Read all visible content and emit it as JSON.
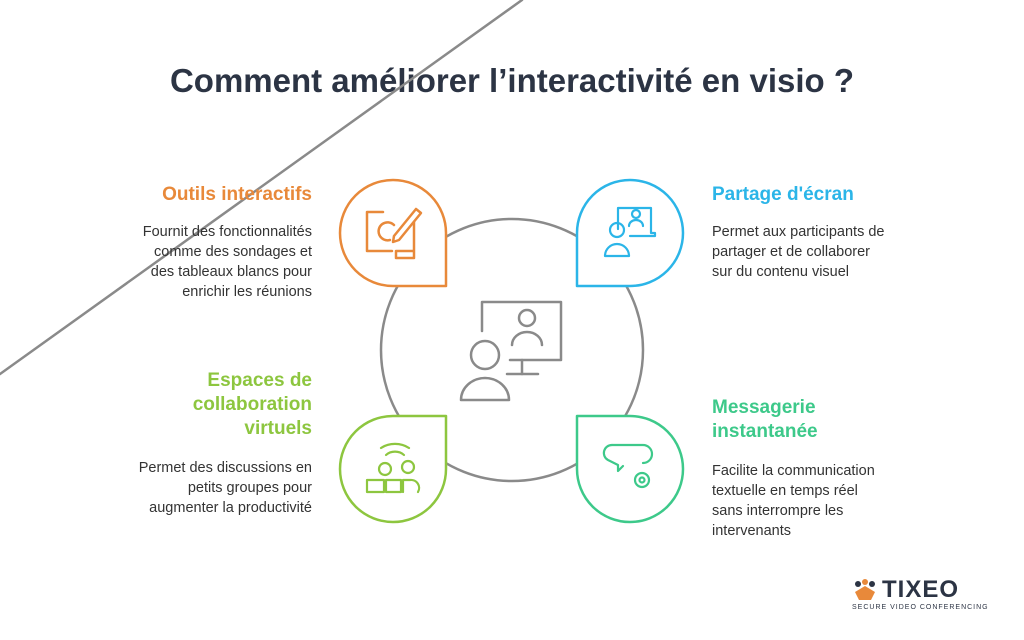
{
  "title": "Comment améliorer l’interactivité en visio ?",
  "colors": {
    "orange": "#E8893A",
    "blue": "#2BB5E8",
    "lime": "#8DC63F",
    "green": "#3DC98A",
    "gray": "#8a8a8a"
  },
  "items": [
    {
      "heading": "Outils interactifs",
      "desc": "Fournit des fonctionnalités comme des sondages et des tableaux blancs pour enrichir les réunions",
      "icon": "whiteboard-pen-icon"
    },
    {
      "heading": "Partage d'écran",
      "desc": "Permet aux participants de partager et de collaborer sur du contenu visuel",
      "icon": "screen-share-icon"
    },
    {
      "heading": "Espaces de collaboration virtuels",
      "desc": "Permet des discussions en petits groupes pour augmenter la productivité",
      "icon": "group-collaboration-icon"
    },
    {
      "heading": "Messagerie instantanée",
      "desc": "Facilite la communication textuelle en temps réel sans interrompre les intervenants",
      "icon": "chat-gear-icon"
    }
  ],
  "logo": {
    "name": "TIXEO",
    "tagline": "SECURE VIDEO CONFERENCING"
  }
}
